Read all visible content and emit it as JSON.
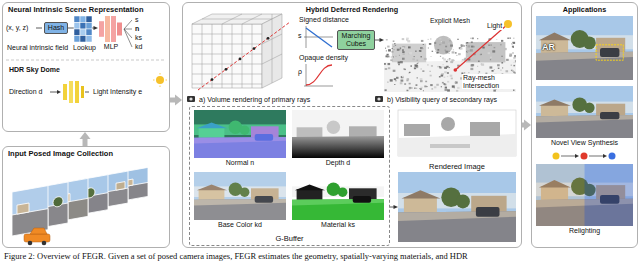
{
  "diagram": {
    "caption": "Figure 2: Overview of FEGR. Given a set of posed camera images, FEGR estimates the geometry, spatially-varying materials, and HDR",
    "nodes": [
      {
        "text": [
          "Neural Intrinsic Scene Representation"
        ]
      },
      {
        "text": [
          "Hash"
        ],
        "in": 0
      },
      {
        "text": [
          "MLP"
        ],
        "in": 0
      },
      {
        "text": [
          "Input Posed Image Collection"
        ]
      },
      {
        "text": [
          "Hybrid Deferred Rendering"
        ]
      },
      {
        "text": [
          "Marching Cubes"
        ],
        "in": 4
      },
      {
        "text": [
          "Explicit Mesh"
        ],
        "in": 4
      },
      {
        "text": [
          "G-Buffer"
        ],
        "in": 4
      },
      {
        "text": [
          "Normal n"
        ],
        "in": 7
      },
      {
        "text": [
          "Depth d"
        ],
        "in": 7
      },
      {
        "text": [
          "Base Color kd"
        ],
        "in": 7
      },
      {
        "text": [
          "Material ks"
        ],
        "in": 7
      },
      {
        "text": [
          "Rendered Image"
        ],
        "in": 4
      },
      {
        "text": [
          "Applications"
        ]
      },
      {
        "text": [
          "AR"
        ],
        "in": 13
      },
      {
        "text": [
          "Novel View Synthesis"
        ],
        "in": 13
      },
      {
        "text": [
          "Relighting"
        ],
        "in": 13
      }
    ],
    "edges": [
      {
        "from": 3,
        "to": 0,
        "arrow": "to"
      },
      {
        "from": 0,
        "to": 4,
        "arrow": "to"
      },
      {
        "from": 4,
        "to": 13,
        "arrow": "to"
      },
      {
        "from": 1,
        "to": 2,
        "arrow": "to"
      },
      {
        "from": 5,
        "to": 6,
        "arrow": "to"
      },
      {
        "from": 7,
        "to": 12,
        "arrow": "to"
      }
    ],
    "labels": [
      "(x, y, z)",
      "Lookup",
      "s",
      "n",
      "ks",
      "kd",
      "Neural intrinsic field",
      "HDR Sky Dome",
      "Direction d",
      "Light Intensity e",
      "Signed distance",
      "s",
      "Opaque density",
      "ρ",
      "Light",
      "Ray-mesh Intersection",
      "a) Volume rendering of primary rays",
      "b) Visibility query of secondary rays"
    ]
  }
}
